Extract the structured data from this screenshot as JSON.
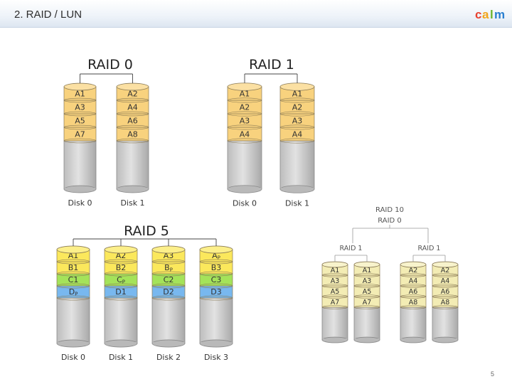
{
  "header": {
    "title": "2. RAID / LUN"
  },
  "footer": {
    "page_number": "5"
  },
  "colors": {
    "a": "#f8d27e",
    "b": "#fbe85c",
    "c": "#a4e35a",
    "d": "#78b8ef",
    "a_light": "#f3ecb4",
    "empty": "#cfcfcf"
  },
  "diagrams": [
    {
      "title": "RAID 0",
      "disks": [
        {
          "label": "Disk 0",
          "blocks": [
            "A1",
            "A3",
            "A5",
            "A7"
          ]
        },
        {
          "label": "Disk 1",
          "blocks": [
            "A2",
            "A4",
            "A6",
            "A8"
          ]
        }
      ]
    },
    {
      "title": "RAID 1",
      "disks": [
        {
          "label": "Disk 0",
          "blocks": [
            "A1",
            "A2",
            "A3",
            "A4"
          ]
        },
        {
          "label": "Disk 1",
          "blocks": [
            "A1",
            "A2",
            "A3",
            "A4"
          ]
        }
      ]
    },
    {
      "title": "RAID 5",
      "disks": [
        {
          "label": "Disk 0",
          "blocks": [
            "A1",
            "B1",
            "C1",
            "Dp"
          ]
        },
        {
          "label": "Disk 1",
          "blocks": [
            "A2",
            "B2",
            "Cp",
            "D1"
          ]
        },
        {
          "label": "Disk 2",
          "blocks": [
            "A3",
            "Bp",
            "C2",
            "D2"
          ]
        },
        {
          "label": "Disk 3",
          "blocks": [
            "Ap",
            "B3",
            "C3",
            "D3"
          ]
        }
      ]
    },
    {
      "title_line1": "RAID 10",
      "title_line2": "RAID 0",
      "groups": [
        {
          "title": "RAID 1",
          "disks": [
            {
              "blocks": [
                "A1",
                "A3",
                "A5",
                "A7"
              ]
            },
            {
              "blocks": [
                "A1",
                "A3",
                "A5",
                "A7"
              ]
            }
          ]
        },
        {
          "title": "RAID 1",
          "disks": [
            {
              "blocks": [
                "A2",
                "A4",
                "A6",
                "A8"
              ]
            },
            {
              "blocks": [
                "A2",
                "A4",
                "A6",
                "A8"
              ]
            }
          ]
        }
      ]
    }
  ]
}
